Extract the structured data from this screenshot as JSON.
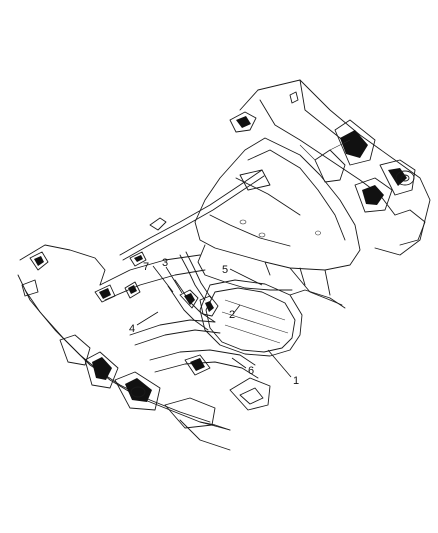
{
  "callouts": [
    {
      "id": "callout-1",
      "text": "1"
    },
    {
      "id": "callout-2",
      "text": "2"
    },
    {
      "id": "callout-3",
      "text": "3"
    },
    {
      "id": "callout-4",
      "text": "4"
    },
    {
      "id": "callout-5",
      "text": "5"
    },
    {
      "id": "callout-6",
      "text": "6"
    },
    {
      "id": "callout-7",
      "text": "7"
    }
  ]
}
